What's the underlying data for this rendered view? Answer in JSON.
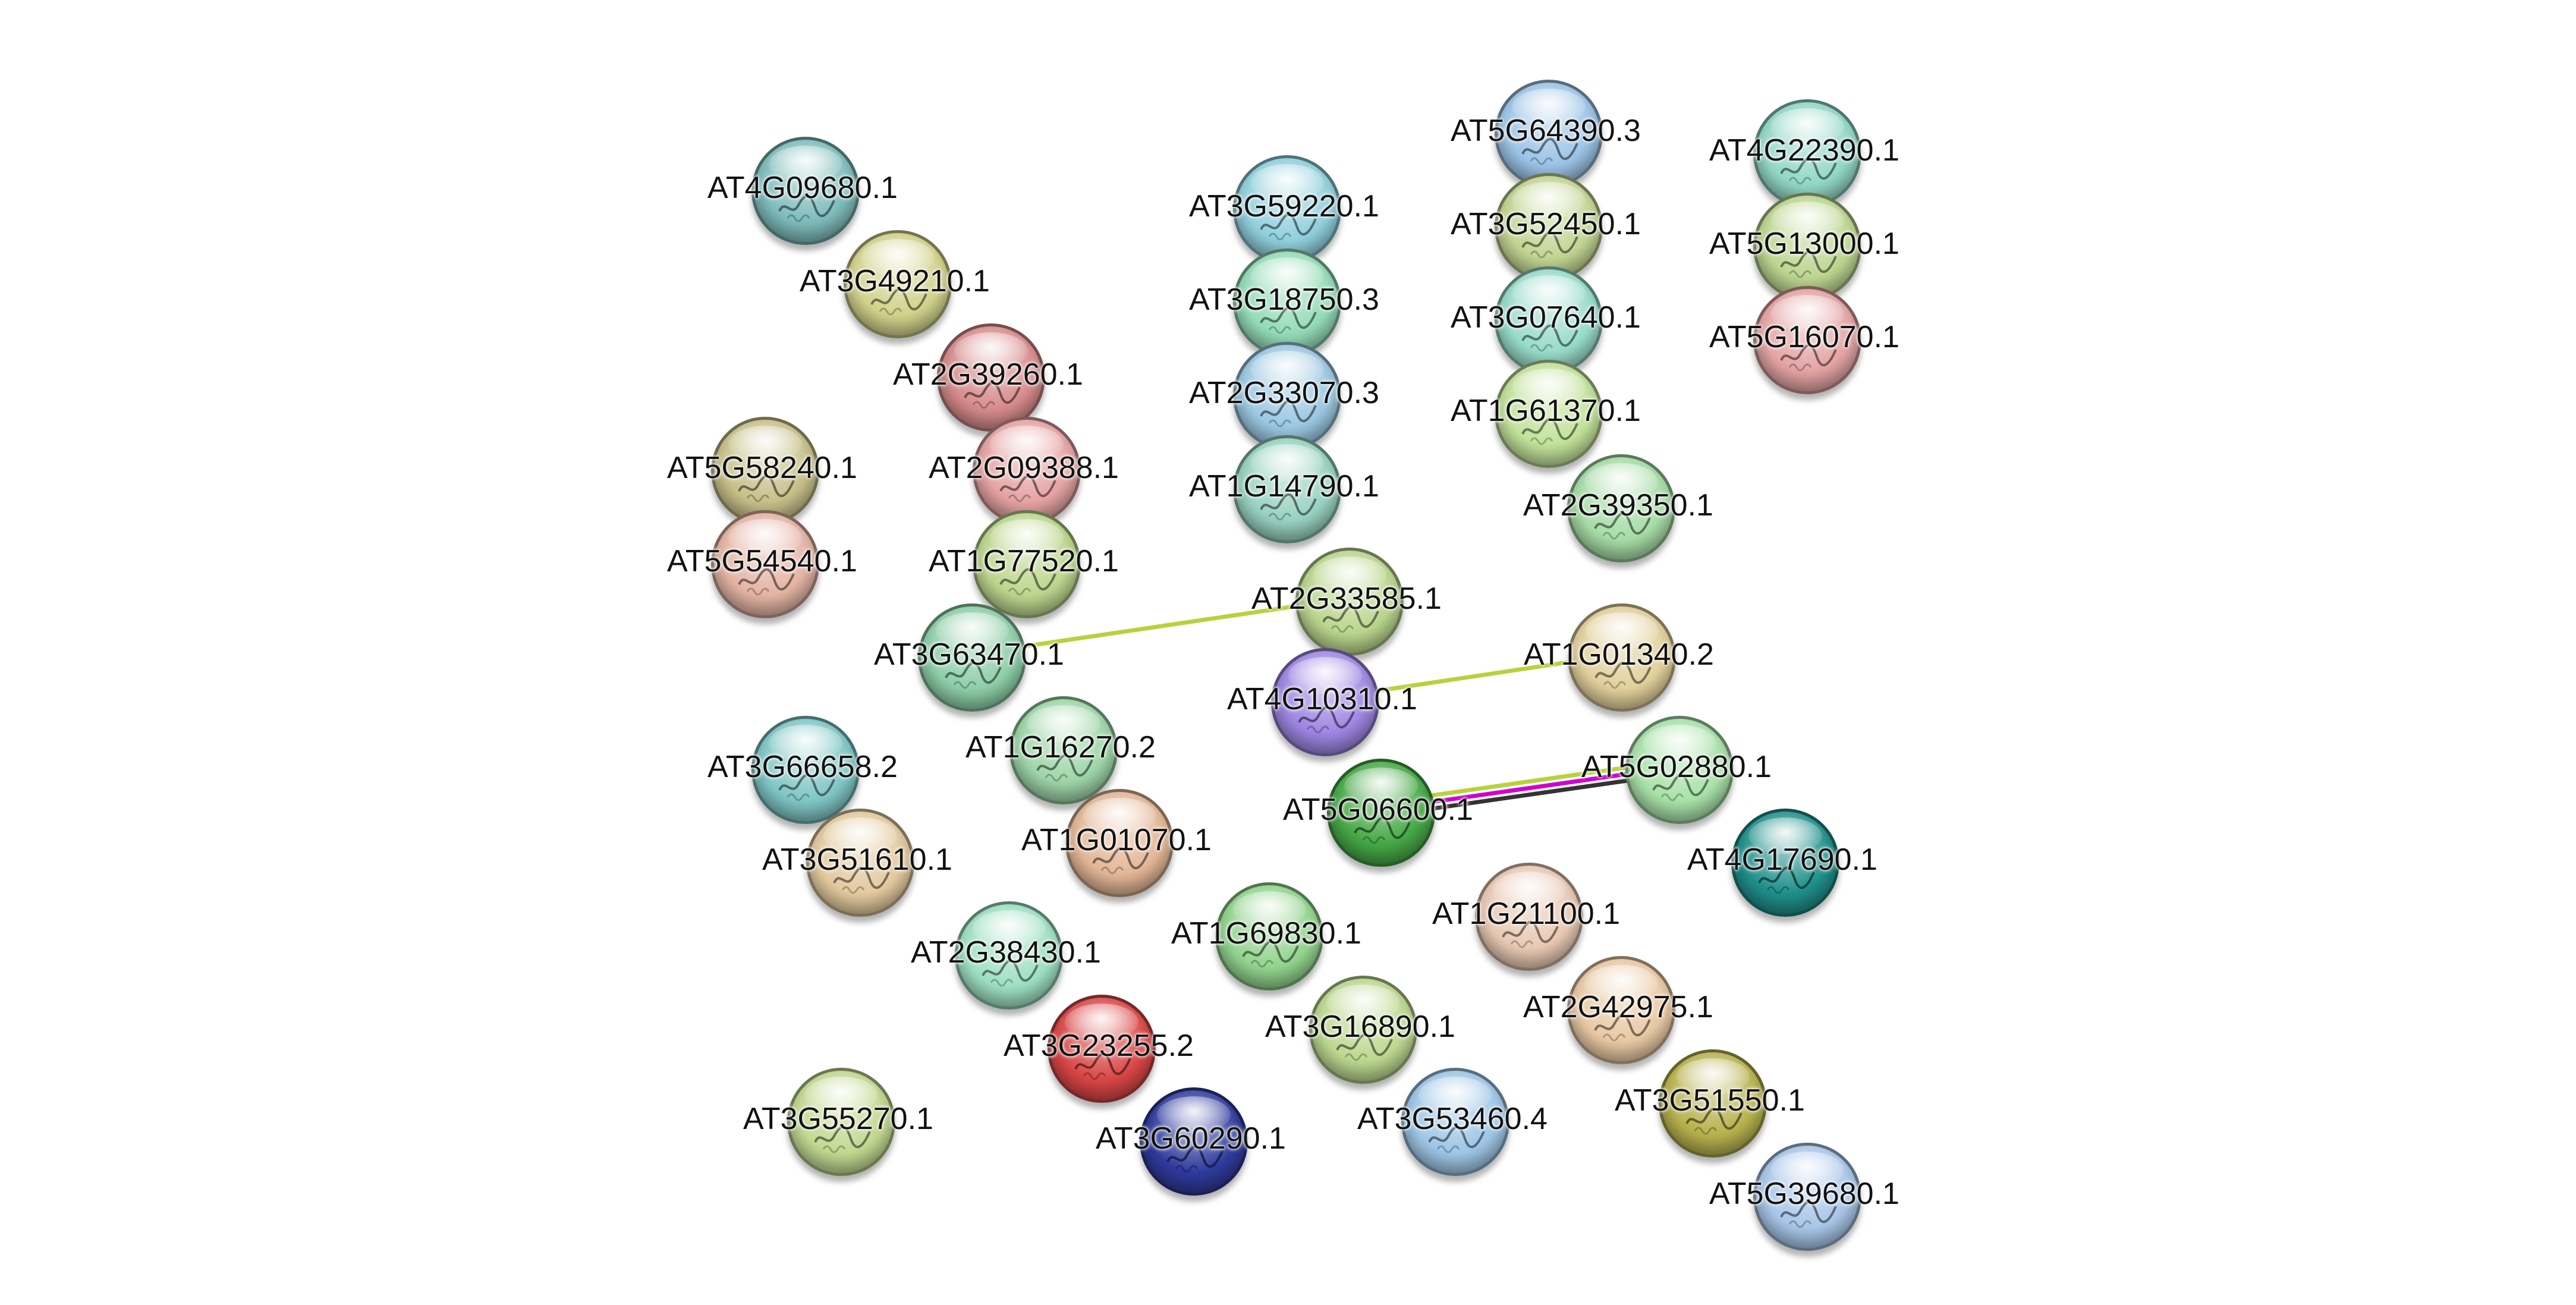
{
  "nodes": [
    {
      "id": "AT4G09680.1",
      "color": "#7fbcbc"
    },
    {
      "id": "AT3G49210.1",
      "color": "#d2d28c"
    },
    {
      "id": "AT2G39260.1",
      "color": "#d88c8c"
    },
    {
      "id": "AT5G58240.1",
      "color": "#c8c08a"
    },
    {
      "id": "AT2G09388.1",
      "color": "#e6a3a3"
    },
    {
      "id": "AT5G54540.1",
      "color": "#e4b4a4"
    },
    {
      "id": "AT1G77520.1",
      "color": "#bcd68e"
    },
    {
      "id": "AT3G63470.1",
      "color": "#8ecfa8"
    },
    {
      "id": "AT3G66658.2",
      "color": "#80c6c6"
    },
    {
      "id": "AT1G16270.2",
      "color": "#9ed6a8"
    },
    {
      "id": "AT3G51610.1",
      "color": "#e2ca9e"
    },
    {
      "id": "AT1G01070.1",
      "color": "#e3b796"
    },
    {
      "id": "AT2G38430.1",
      "color": "#9ee0c2"
    },
    {
      "id": "AT3G23255.2",
      "color": "#d94646"
    },
    {
      "id": "AT3G55270.1",
      "color": "#c2d890"
    },
    {
      "id": "AT3G60290.1",
      "color": "#2f3b9c"
    },
    {
      "id": "AT3G59220.1",
      "color": "#90d0dc"
    },
    {
      "id": "AT3G18750.3",
      "color": "#94dcb8"
    },
    {
      "id": "AT2G33070.3",
      "color": "#9cc8e2"
    },
    {
      "id": "AT1G14790.1",
      "color": "#98d2c0"
    },
    {
      "id": "AT2G33585.1",
      "color": "#bad68e"
    },
    {
      "id": "AT4G10310.1",
      "color": "#9e86e2"
    },
    {
      "id": "AT5G06600.1",
      "color": "#46a846"
    },
    {
      "id": "AT1G69830.1",
      "color": "#92d48e"
    },
    {
      "id": "AT3G16890.1",
      "color": "#bcd890"
    },
    {
      "id": "AT3G53460.4",
      "color": "#9ec6e6"
    },
    {
      "id": "AT5G64390.3",
      "color": "#9cc4e6"
    },
    {
      "id": "AT3G52450.1",
      "color": "#c2d592"
    },
    {
      "id": "AT3G07640.1",
      "color": "#98dcca"
    },
    {
      "id": "AT1G61370.1",
      "color": "#c2e29a"
    },
    {
      "id": "AT2G39350.1",
      "color": "#a6dca6"
    },
    {
      "id": "AT1G01340.2",
      "color": "#e2d09c"
    },
    {
      "id": "AT5G02880.1",
      "color": "#a8e2a8"
    },
    {
      "id": "AT4G17690.1",
      "color": "#1f8f8a"
    },
    {
      "id": "AT1G21100.1",
      "color": "#e9c9b4"
    },
    {
      "id": "AT2G42975.1",
      "color": "#e9c9a4"
    },
    {
      "id": "AT3G51550.1",
      "color": "#b8b24e"
    },
    {
      "id": "AT5G39680.1",
      "color": "#a8c6e8"
    },
    {
      "id": "AT4G22390.1",
      "color": "#92d8c6"
    },
    {
      "id": "AT5G13000.1",
      "color": "#bcd690"
    },
    {
      "id": "AT5G16070.1",
      "color": "#e4a4a4"
    }
  ],
  "edges": [
    {
      "source": "AT3G63470.1",
      "target": "AT2G33585.1",
      "colors": [
        "#b5d33b"
      ]
    },
    {
      "source": "AT4G10310.1",
      "target": "AT1G01340.2",
      "colors": [
        "#b5d33b"
      ]
    },
    {
      "source": "AT5G06600.1",
      "target": "AT5G02880.1",
      "colors": [
        "#b5d33b",
        "#d000d0",
        "#333333"
      ]
    }
  ]
}
